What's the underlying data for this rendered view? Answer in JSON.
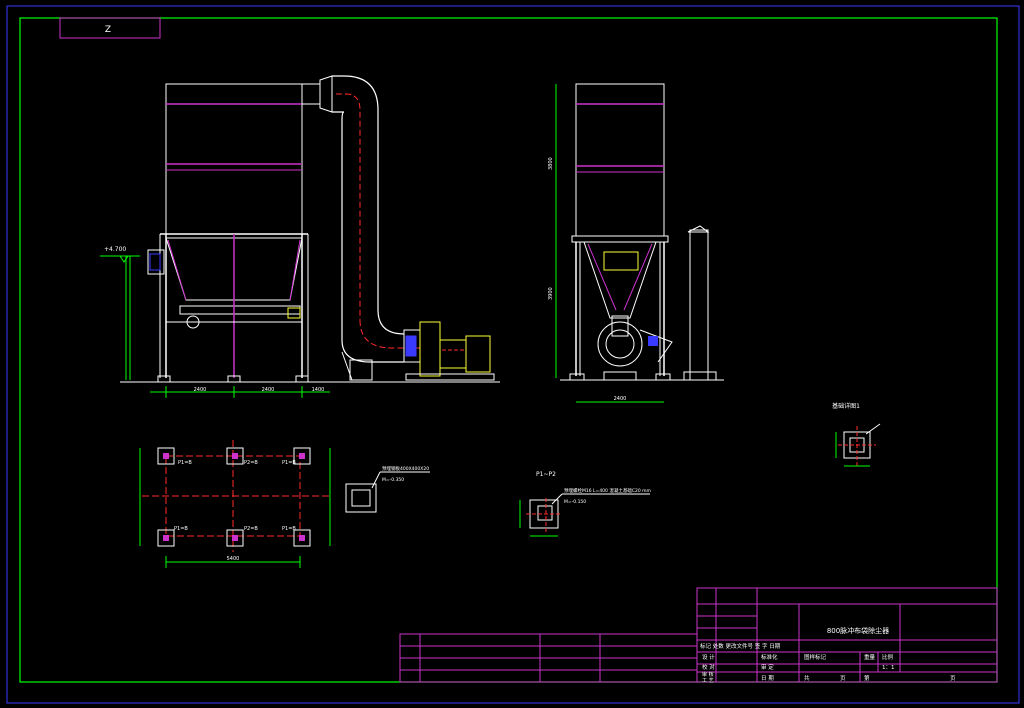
{
  "drawing": {
    "corner_tag": "Z",
    "view_labels": {
      "detail_top_right": "基础详图1",
      "pad_section": "P1~P2"
    },
    "pad_labels": [
      "P1=B",
      "P2=B",
      "P1=B",
      "P1=B",
      "P2=B",
      "P1=B"
    ],
    "level_mark": "+4.700",
    "notes": {
      "pipe_note_1": "预埋钢板400X400X20",
      "pipe_note_2": "M=-0.350",
      "pad_note_1": "预埋螺栓M16 L=400 混凝土基础C20 mm",
      "pad_note_2": "M=-0.150"
    },
    "dimensions": {
      "base_left": "2400",
      "base_mid": "2400",
      "base_right": "1400",
      "plan_width": "5400",
      "side_base": "2400",
      "height_upper": "3800",
      "height_lower": "3900"
    }
  },
  "title_block": {
    "title": "800脉冲布袋除尘器",
    "scale": "1：1",
    "rows": {
      "change_header": "标记 处数 更改文件号 签 字 日期",
      "design": "设 计",
      "standard": "标准化",
      "check": "校 对",
      "approve": "审 定",
      "review": "审 核",
      "process": "工 艺",
      "date": "日 期"
    },
    "drawing_mark": "图样标记",
    "weight": "重量",
    "ratio": "比例",
    "total": "共",
    "page": "页",
    "sheet": "第",
    "sheet_page": "页"
  },
  "colors": {
    "background": "#000000",
    "frame": "#00ff00",
    "magenta": "#cc33cc",
    "white": "#ffffff",
    "red": "#ff2a2a",
    "yellow": "#ffff33",
    "green": "#00ff00",
    "blue": "#3a3aff",
    "cyan": "#33ffff"
  }
}
